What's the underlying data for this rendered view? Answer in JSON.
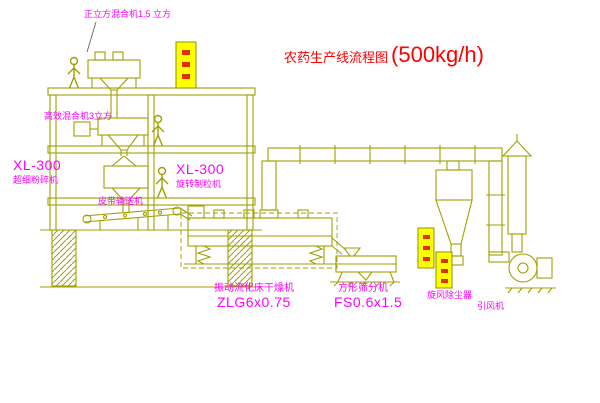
{
  "title": {
    "text": "农药生产线流程图",
    "capacity": "(500kg/h)"
  },
  "equipment_labels": {
    "cube_mixer": "正立方混合机1.5 立方",
    "high_eff_mixer": "高效混合机3立方",
    "mill_model": "XL-300",
    "mill_name": "超细粉碎机",
    "granulator_model": "XL-300",
    "granulator_name": "旋转制粒机",
    "belt_conveyor": "皮带输送机",
    "dryer_name": "振动流化床干燥机",
    "dryer_model": "ZLG6x0.75",
    "sieve_name": "方形筛分机",
    "sieve_model": "FS0.6x1.5",
    "cyclone_name": "旋风除尘器",
    "fan_name": "引风机"
  },
  "colors": {
    "line": "#A0A000",
    "label": "#FF00FF",
    "title": "#FF0000",
    "panel_fill": "#FFFF00",
    "panel_mark": "#E03000",
    "background": "#FFFFFF"
  }
}
